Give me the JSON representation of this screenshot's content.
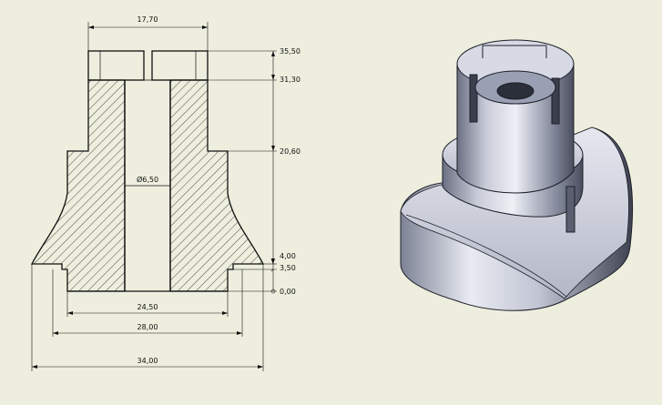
{
  "drawing": {
    "dimensions": {
      "top_width": "17,70",
      "h_35_50": "35,50",
      "h_31_30": "31,30",
      "h_20_60": "20,60",
      "h_4_00": "4,00",
      "h_3_50": "3,50",
      "h_0_00": "0,00",
      "bore_dia": "Ø6,50",
      "w_24_50": "24,50",
      "w_28_00": "28,00",
      "w_34_00": "34,00"
    },
    "section_hatch_color": "#222222",
    "background_color": "#edeedd"
  },
  "model_view": {
    "shading_dark": "#2b2f3a",
    "shading_light": "#e8eaf2",
    "shading_mid": "#8f95a8"
  }
}
